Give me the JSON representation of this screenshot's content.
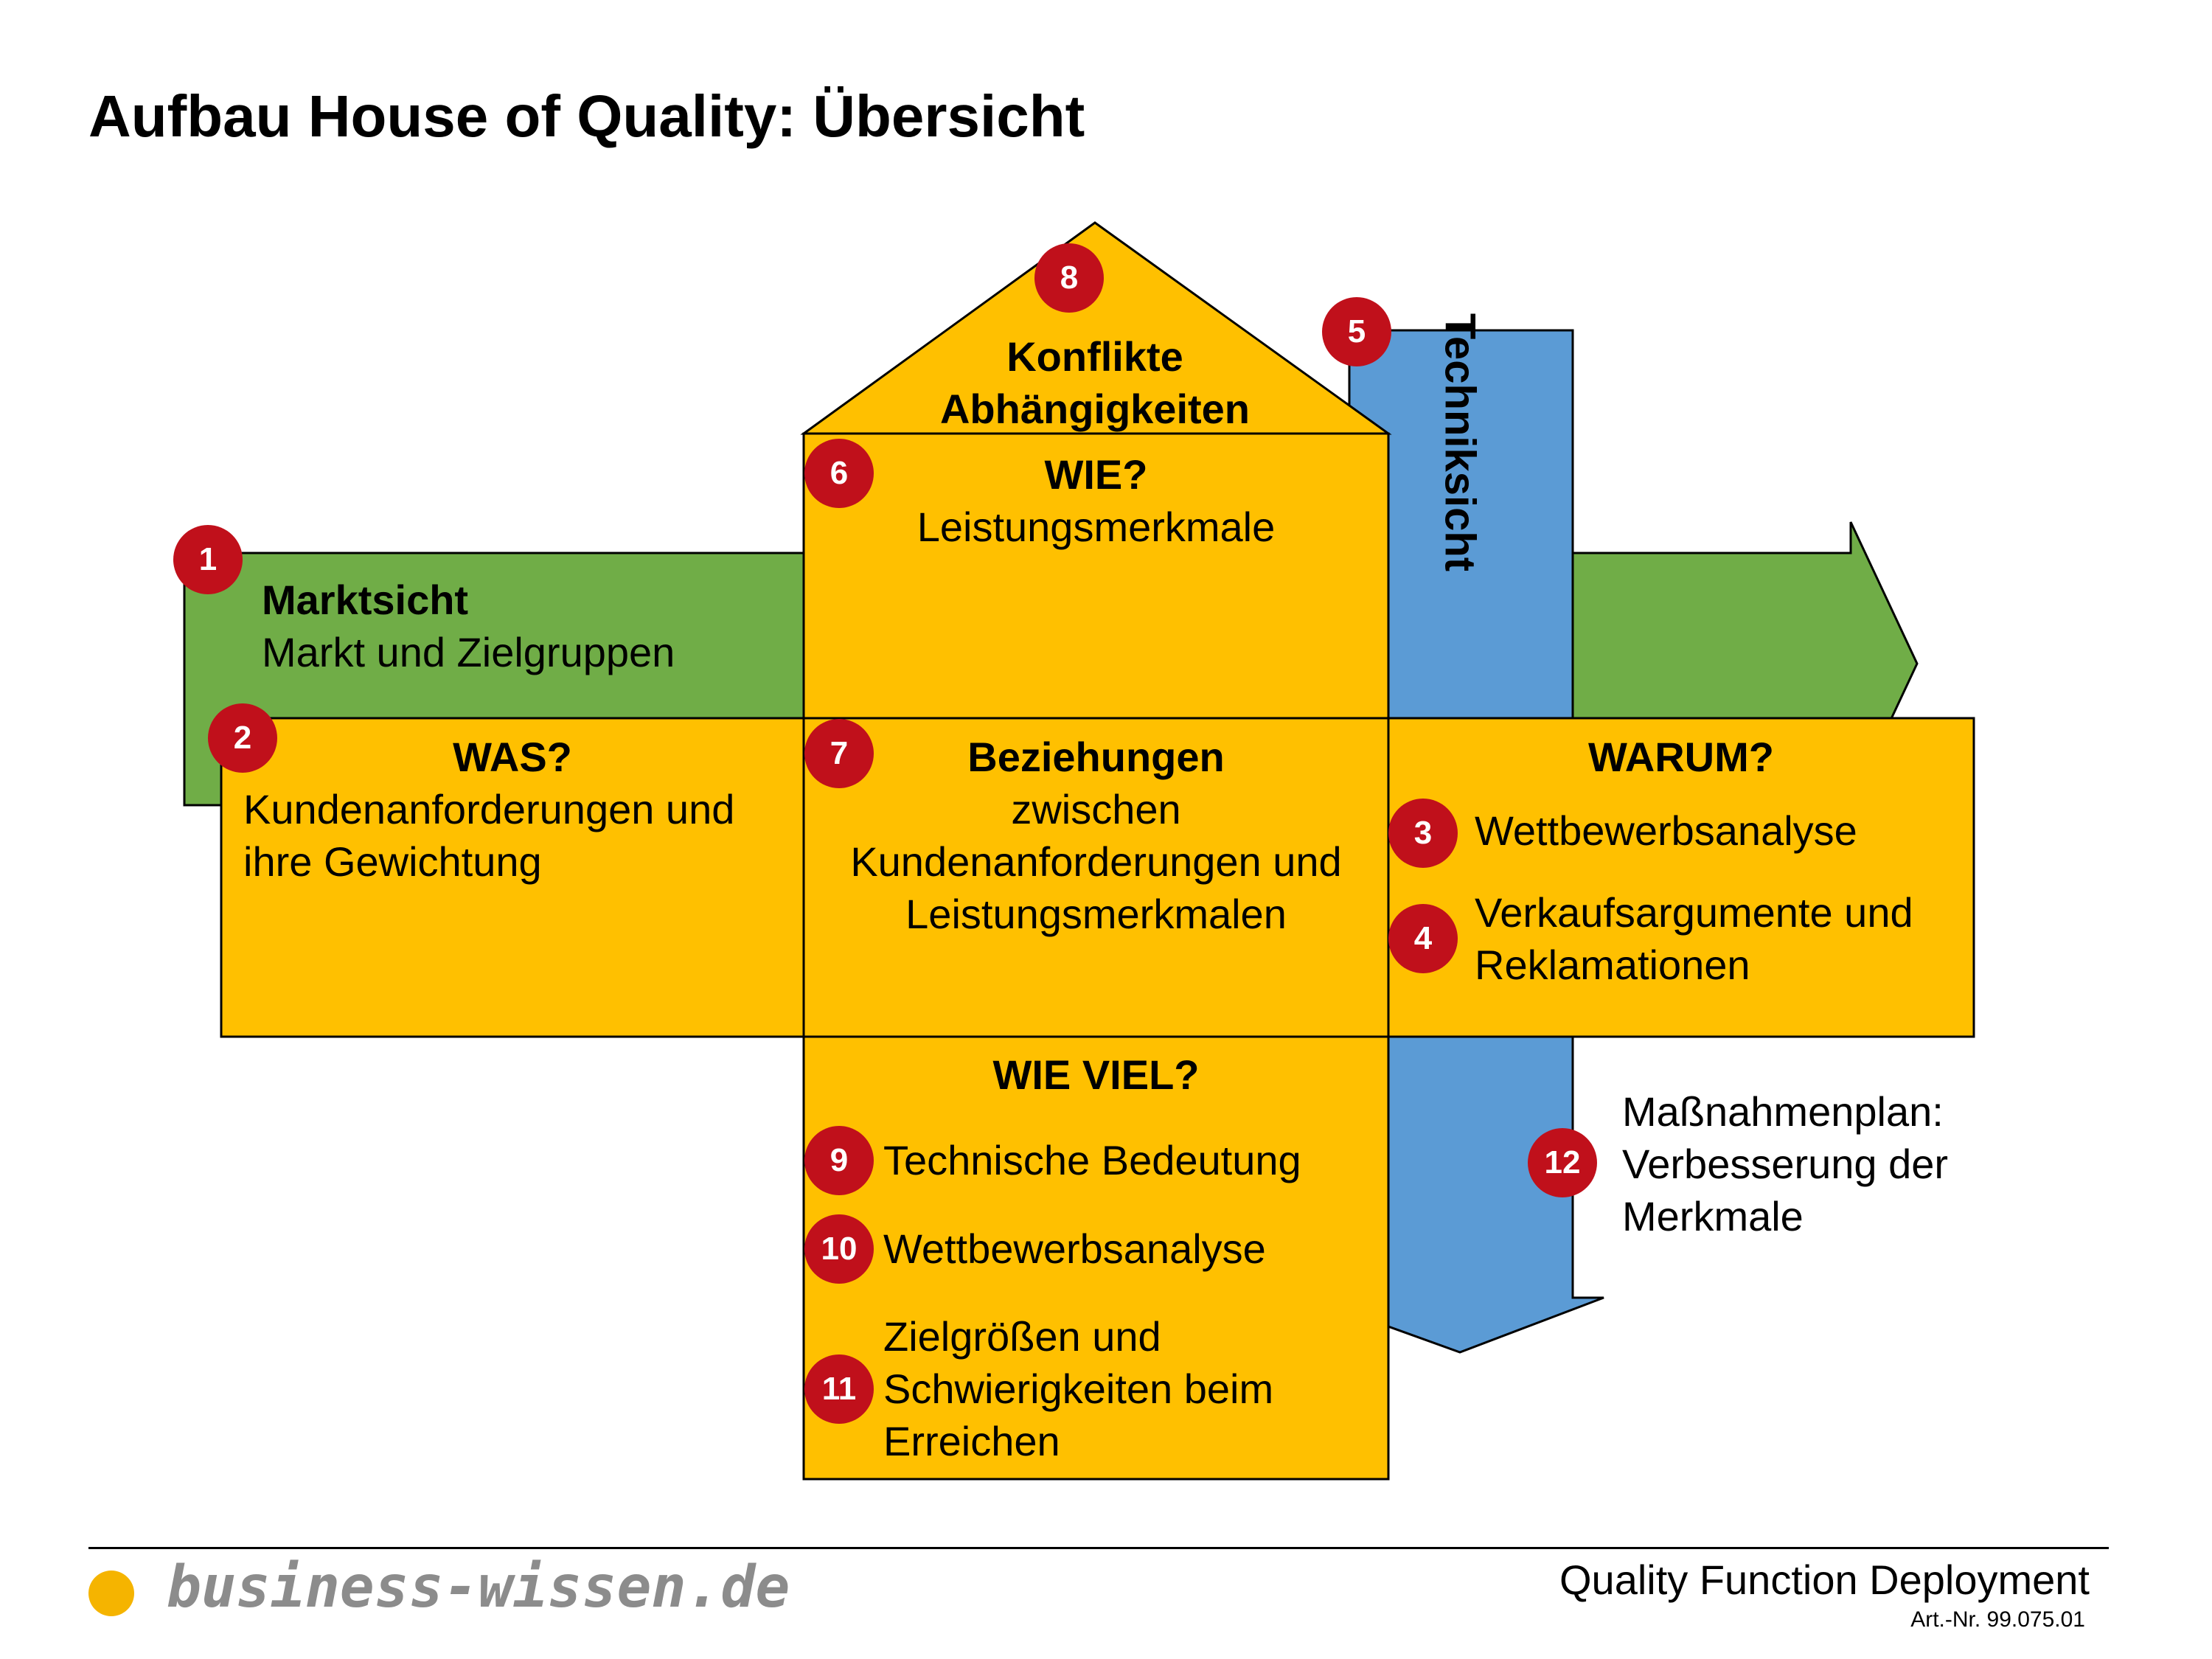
{
  "title": "Aufbau House of Quality: Übersicht",
  "colors": {
    "green": "#70ad47",
    "yellow": "#ffc000",
    "blue": "#5b9bd5",
    "badge": "#c0101b",
    "logo_dot": "#f5b400"
  },
  "roof": {
    "label_1": "Konflikte",
    "label_2": "Abhängigkeiten"
  },
  "technik": {
    "label": "Techniksicht"
  },
  "markt": {
    "title": "Marktsicht",
    "subtitle": "Markt und Zielgruppen"
  },
  "wie": {
    "title": "WIE?",
    "subtitle": "Leistungsmerkmale"
  },
  "was": {
    "title": "WAS?",
    "line_1": "Kundenanforderungen und",
    "line_2": "ihre Gewichtung"
  },
  "beziehungen": {
    "title": "Beziehungen",
    "line_1": "zwischen",
    "line_2": "Kundenanforderungen und",
    "line_3": "Leistungsmerkmalen"
  },
  "warum": {
    "title": "WARUM?",
    "item_3": "Wettbewerbsanalyse",
    "item_4_line_1": "Verkaufsargumente und",
    "item_4_line_2": "Reklamationen"
  },
  "wieviel": {
    "title": "WIE VIEL?",
    "item_9": "Technische Bedeutung",
    "item_10": "Wettbewerbsanalyse",
    "item_11_line_1": "Zielgrößen und",
    "item_11_line_2": "Schwierigkeiten beim",
    "item_11_line_3": "Erreichen"
  },
  "massnahmen": {
    "line_1": "Maßnahmenplan:",
    "line_2": "Verbesserung der",
    "line_3": "Merkmale"
  },
  "badges": {
    "b1": "1",
    "b2": "2",
    "b3": "3",
    "b4": "4",
    "b5": "5",
    "b6": "6",
    "b7": "7",
    "b8": "8",
    "b9": "9",
    "b10": "10",
    "b11": "11",
    "b12": "12"
  },
  "footer": {
    "logo": "business-wissen.de",
    "doc_title": "Quality Function Deployment",
    "article": "Art.-Nr. 99.075.01"
  }
}
